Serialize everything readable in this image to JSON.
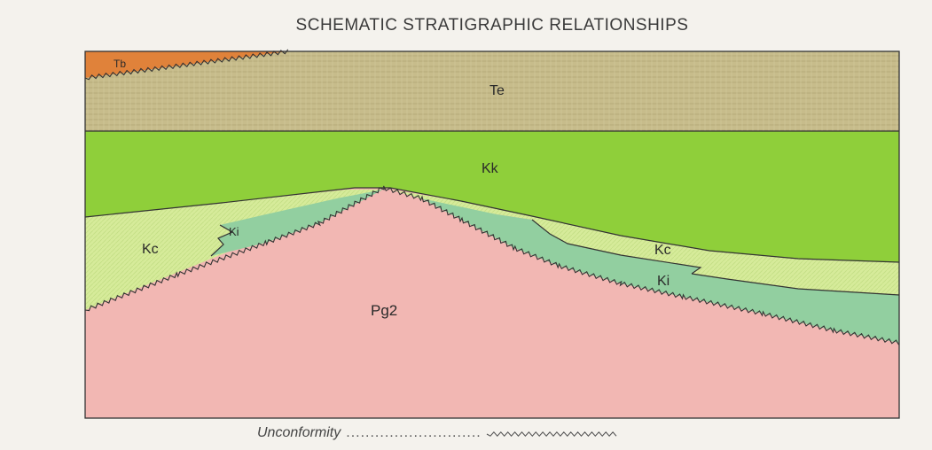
{
  "title": "SCHEMATIC STRATIGRAPHIC RELATIONSHIPS",
  "units": {
    "tb": "Tb",
    "te": "Te",
    "kk": "Kk",
    "kc_left": "Kc",
    "ki_left": "Ki",
    "kc_right": "Kc",
    "ki_right": "Ki",
    "pg2": "Pg2"
  },
  "legend": {
    "label": "Unconformity",
    "dots": "............................"
  },
  "colors": {
    "tb": "#e0823a",
    "te": "#c7bc8b",
    "kk": "#8fcf3a",
    "kc": "#d6eb9a",
    "ki": "#92cfa0",
    "pg2": "#f2b7b3"
  }
}
